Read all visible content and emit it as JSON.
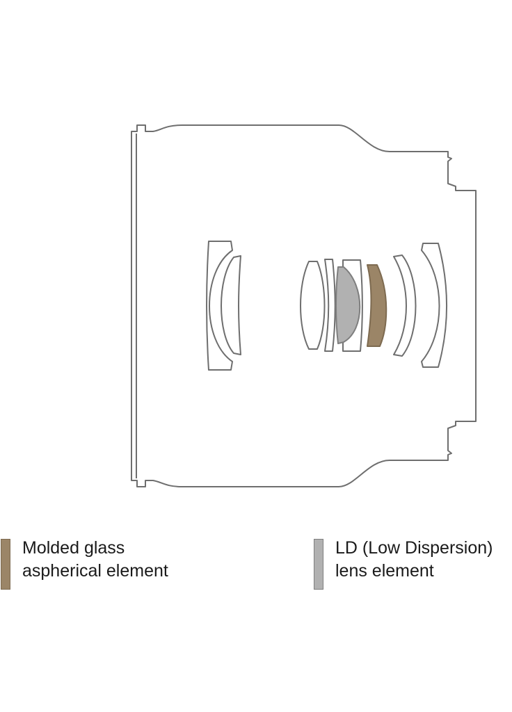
{
  "colors": {
    "outline": "#6e6e6e",
    "aspherical": "#9b8567",
    "aspherical_stroke": "#7d6a50",
    "ld": "#b1b1b1",
    "ld_stroke": "#7e7e7e"
  },
  "legend": {
    "aspherical": {
      "line1": "Molded glass",
      "line2": "aspherical element"
    },
    "ld": {
      "line1": "LD (Low Dispersion)",
      "line2": "lens element"
    }
  }
}
